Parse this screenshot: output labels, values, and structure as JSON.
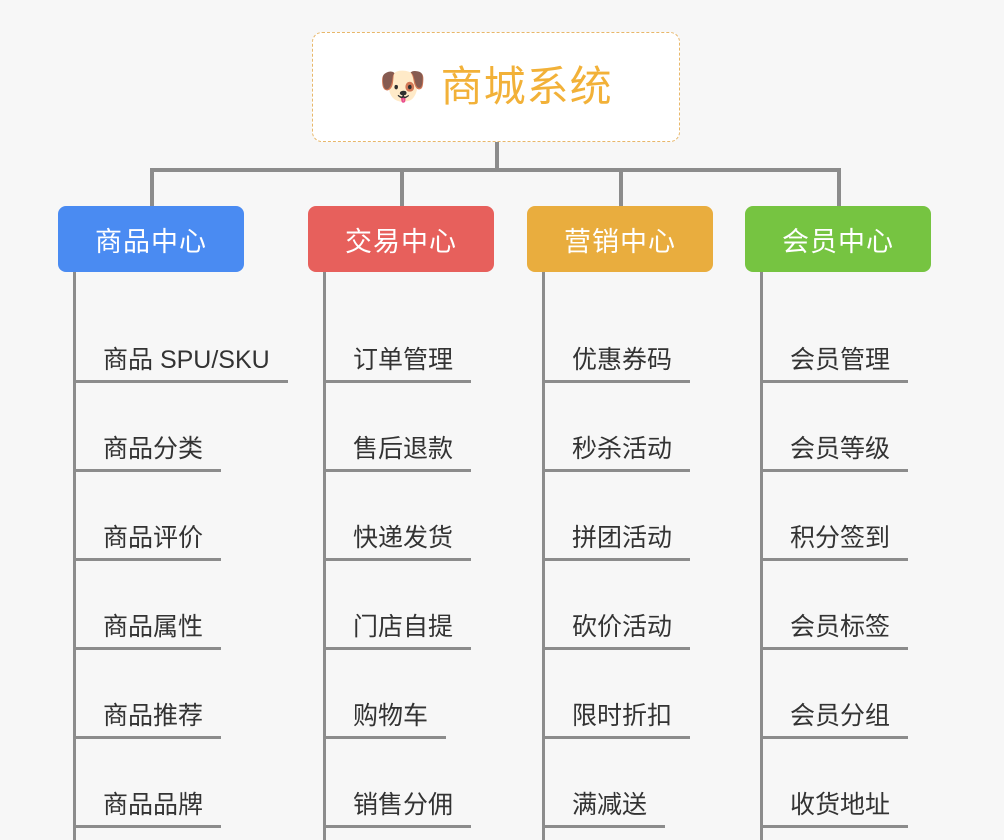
{
  "root": {
    "icon": "dog-face-icon",
    "emoji": "🐶",
    "title": "商城系统",
    "title_color": "#f2b138",
    "border_color": "#e8b76a",
    "background": "#ffffff"
  },
  "canvas": {
    "background": "#f7f7f7",
    "connector_color": "#8c8c8c"
  },
  "columns": [
    {
      "key": "product-center",
      "label": "商品中心",
      "color": "#4a8bf2",
      "items": [
        {
          "label": "商品 SPU/SKU"
        },
        {
          "label": "商品分类"
        },
        {
          "label": "商品评价"
        },
        {
          "label": "商品属性"
        },
        {
          "label": "商品推荐"
        },
        {
          "label": "商品品牌"
        }
      ]
    },
    {
      "key": "trade-center",
      "label": "交易中心",
      "color": "#e7605c",
      "items": [
        {
          "label": "订单管理"
        },
        {
          "label": "售后退款"
        },
        {
          "label": "快递发货"
        },
        {
          "label": "门店自提"
        },
        {
          "label": "购物车"
        },
        {
          "label": "销售分佣"
        }
      ]
    },
    {
      "key": "marketing-center",
      "label": "营销中心",
      "color": "#e9ad3e",
      "items": [
        {
          "label": "优惠券码"
        },
        {
          "label": "秒杀活动"
        },
        {
          "label": "拼团活动"
        },
        {
          "label": "砍价活动"
        },
        {
          "label": "限时折扣"
        },
        {
          "label": "满减送"
        }
      ]
    },
    {
      "key": "member-center",
      "label": "会员中心",
      "color": "#76c441",
      "items": [
        {
          "label": "会员管理"
        },
        {
          "label": "会员等级"
        },
        {
          "label": "积分签到"
        },
        {
          "label": "会员标签"
        },
        {
          "label": "会员分组"
        },
        {
          "label": "收货地址"
        }
      ]
    }
  ]
}
